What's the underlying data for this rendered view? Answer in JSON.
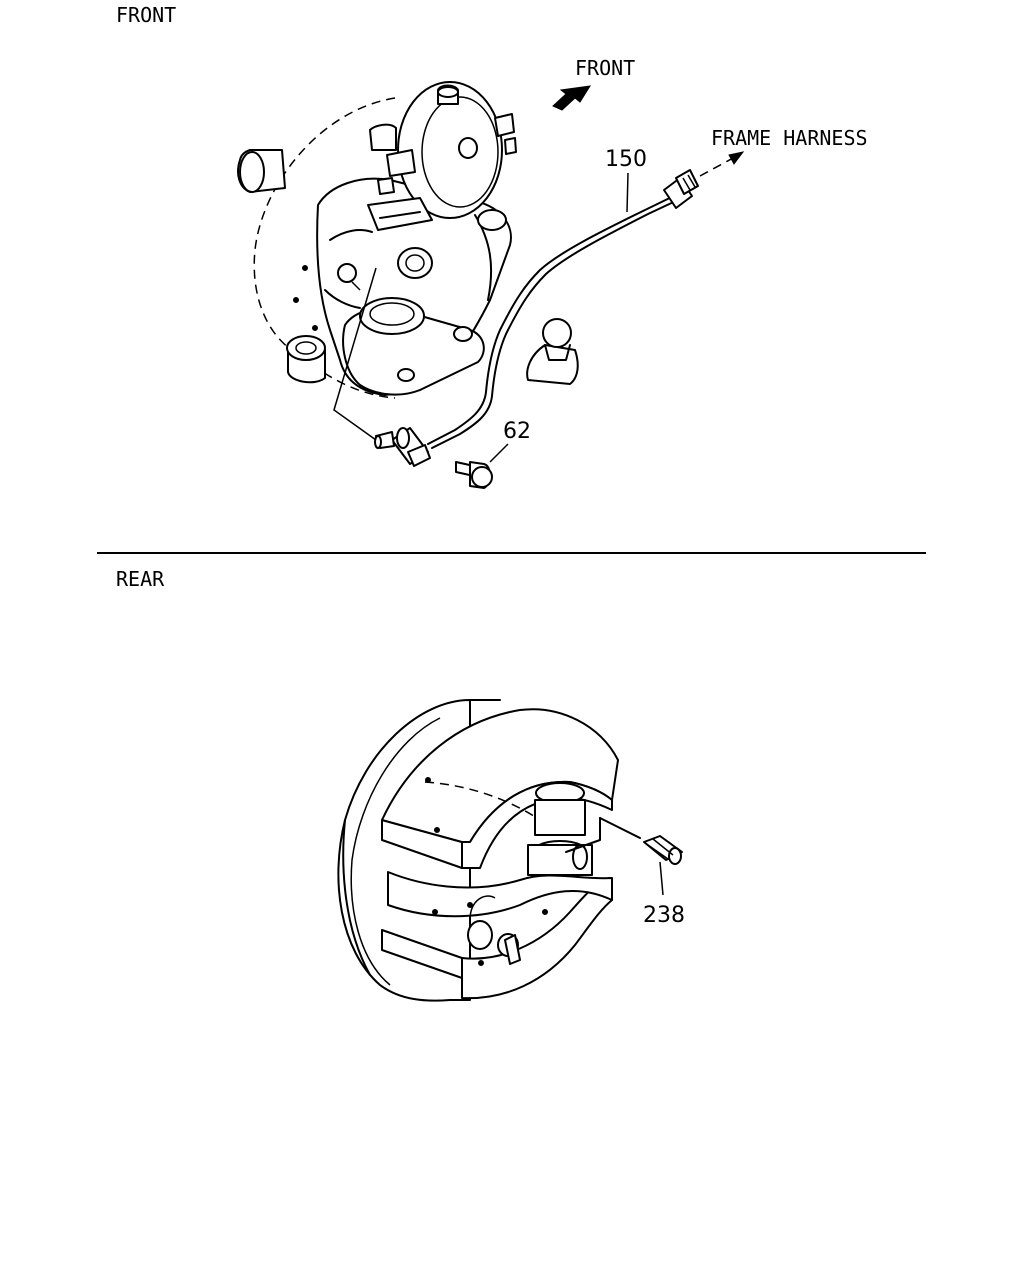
{
  "sections": {
    "front_heading": "FRONT",
    "rear_heading": "REAR"
  },
  "front": {
    "direction_label": "FRONT",
    "harness_label": "FRAME HARNESS",
    "callouts": {
      "sensor_wire": "150",
      "bolt": "62"
    }
  },
  "rear": {
    "callouts": {
      "sensor": "238"
    }
  }
}
